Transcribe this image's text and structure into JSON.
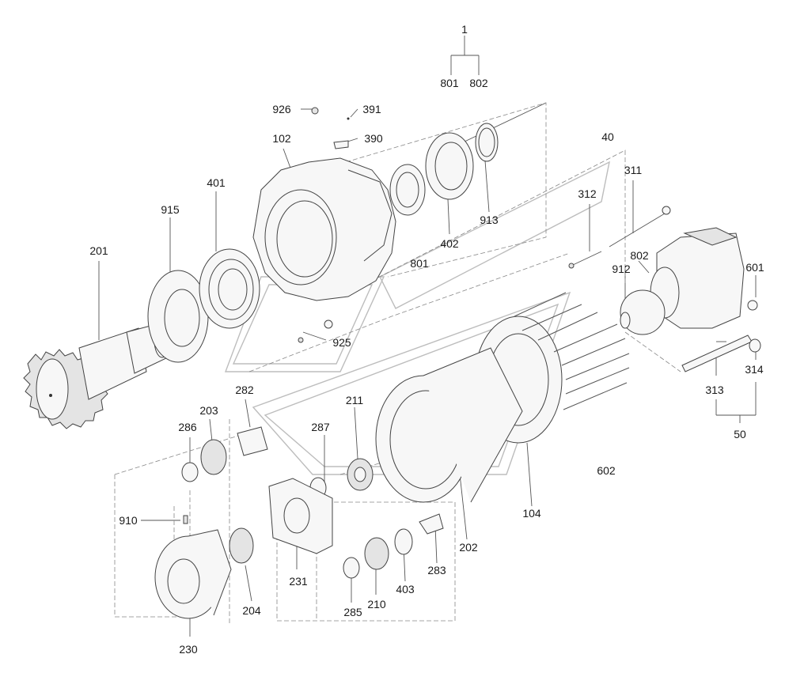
{
  "diagram": {
    "labels": {
      "l1": "1",
      "l801a": "801",
      "l802a": "802",
      "l926": "926",
      "l391": "391",
      "l390": "390",
      "l102": "102",
      "l401": "401",
      "l915": "915",
      "l201": "201",
      "l402": "402",
      "l913": "913",
      "l40": "40",
      "l311": "311",
      "l312": "312",
      "l801b": "801",
      "l802b": "802",
      "l912": "912",
      "l601": "601",
      "l925": "925",
      "l282": "282",
      "l203": "203",
      "l286": "286",
      "l211": "211",
      "l287": "287",
      "l910": "910",
      "l231": "231",
      "l204": "204",
      "l230": "230",
      "l285": "285",
      "l210": "210",
      "l403": "403",
      "l283": "283",
      "l202": "202",
      "l104": "104",
      "l602": "602",
      "l313": "313",
      "l314": "314",
      "l50": "50"
    }
  }
}
